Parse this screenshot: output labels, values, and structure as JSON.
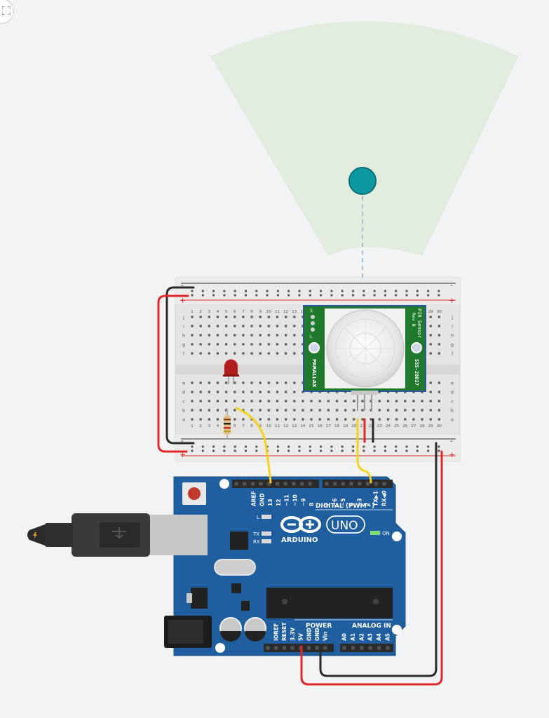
{
  "toolbar": {
    "fit_view_icon": "fit-view-icon"
  },
  "pir_sensor": {
    "title_line1": "PIR Sensor",
    "title_line2": "Rev B",
    "part_number": "555-28027",
    "brand": "PARALLAX",
    "pins": [
      "S",
      "L"
    ]
  },
  "breadboard": {
    "plus": "+",
    "minus": "-",
    "column_numbers": [
      "1",
      "2",
      "3",
      "4",
      "5",
      "6",
      "7",
      "8",
      "9",
      "10",
      "11",
      "12",
      "13",
      "14",
      "15",
      "16",
      "17",
      "18",
      "19",
      "20",
      "21",
      "22",
      "23",
      "24",
      "25",
      "26",
      "27",
      "28",
      "29",
      "30"
    ],
    "row_letters_top": [
      "j",
      "i",
      "h",
      "g",
      "f"
    ],
    "row_letters_bottom": [
      "e",
      "d",
      "c",
      "b",
      "a"
    ]
  },
  "arduino": {
    "brand": "ARDUINO",
    "model": "UNO",
    "digital_label": "DIGITAL (PWM~)",
    "digital_pins": [
      "AREF",
      "GND",
      "13",
      "12",
      "~11",
      "~10",
      "~9",
      "8",
      "7",
      "~6",
      "~5",
      "4",
      "~3",
      "2",
      "TX▶1",
      "RX◀0"
    ],
    "led_labels": [
      "L",
      "TX",
      "RX"
    ],
    "on_label": "ON",
    "power_label": "POWER",
    "power_pins": [
      "IOREF",
      "RESET",
      "3.3V",
      "5V",
      "GND",
      "GND",
      "Vin"
    ],
    "analog_label": "ANALOG IN",
    "analog_pins": [
      "A0",
      "A1",
      "A2",
      "A3",
      "A4",
      "A5"
    ]
  },
  "colors": {
    "board_blue": "#1f5f9f",
    "breadboard": "#e4e4e2",
    "wire_red": "#e22727",
    "wire_black": "#2a2a2a",
    "wire_yellow": "#f4d21c",
    "pcb_green": "#1f7a2e",
    "detection_zone": "#e1ecdf",
    "target": "#0c9aa0"
  }
}
